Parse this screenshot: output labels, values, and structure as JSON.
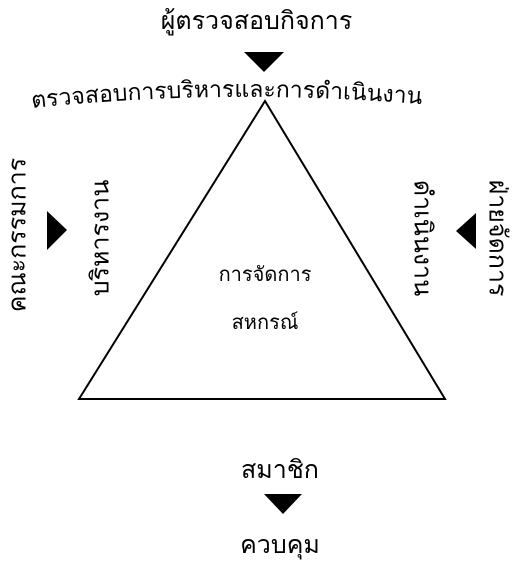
{
  "diagram": {
    "top_actor": "ผู้ตรวจสอบกิจการ",
    "top_role": "ตรวจสอบการบริหารและการดำเนินงาน",
    "left_actor": "คณะกรรมการ",
    "left_role": "บริหารงาน",
    "right_actor": "ฝ่ายจัดการ",
    "right_role": "ดำเนินงาน",
    "center_line1": "การจัดการ",
    "center_line2": "สหกรณ์",
    "bottom_actor": "สมาชิก",
    "bottom_role": "ควบคุม"
  }
}
